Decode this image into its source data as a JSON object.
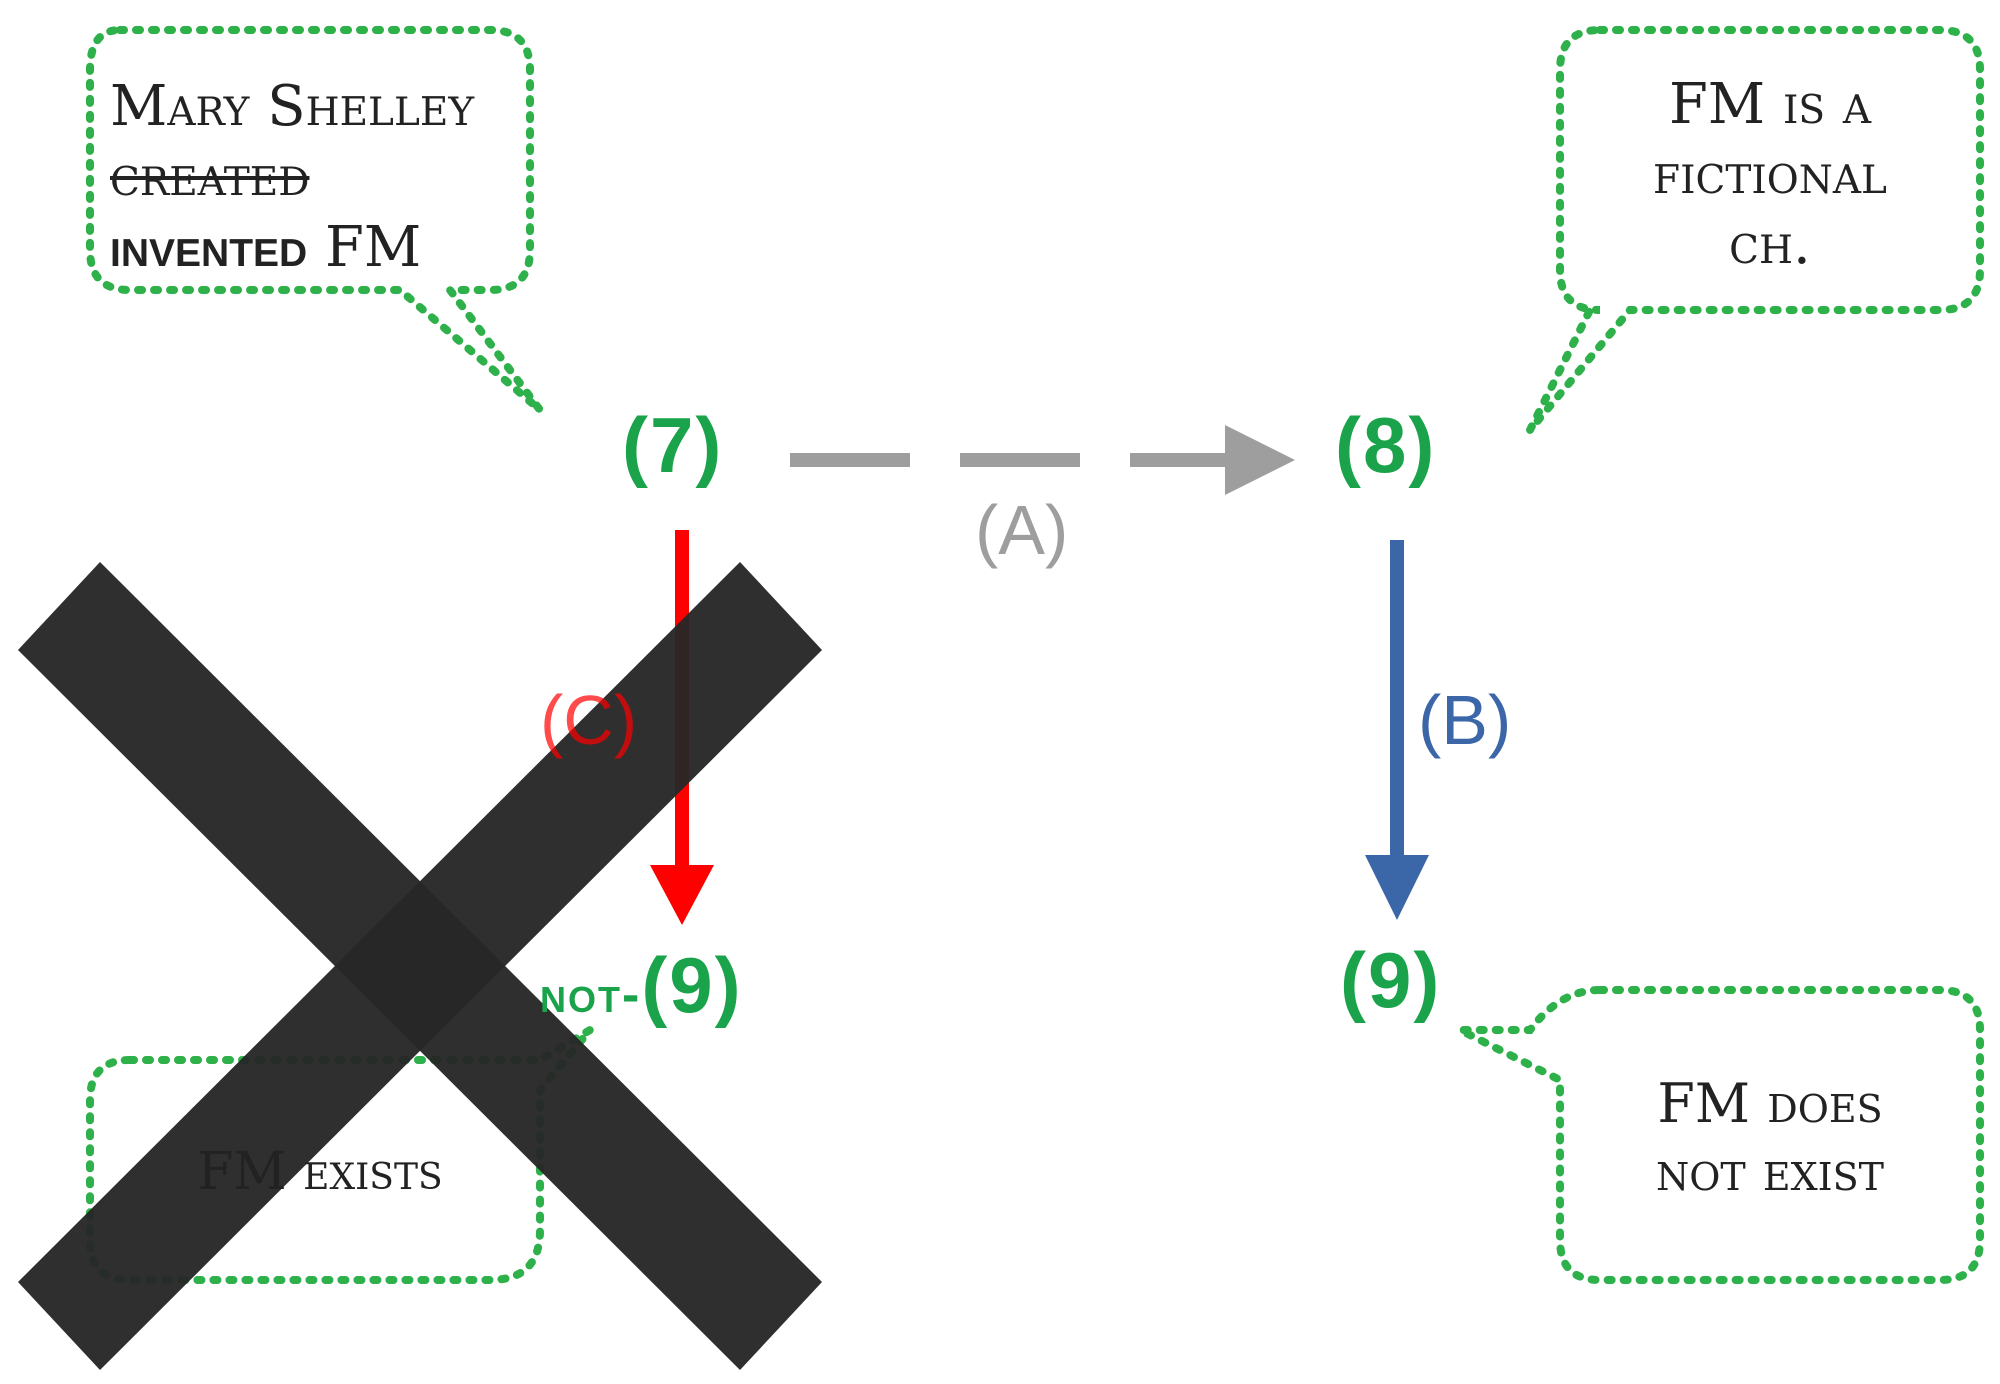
{
  "colors": {
    "node_green": "#1aa34a",
    "bubble_border": "#2eb04a",
    "arrow_gray": "#9e9e9e",
    "arrow_red": "#ff0000",
    "arrow_blue": "#3b66a8",
    "cross": "#262626"
  },
  "bubbles": {
    "top_left": {
      "line1": "Mary Shelley",
      "line2": "created",
      "line3_bold": "invented",
      "line3_rest": "FM"
    },
    "top_right": {
      "line1": "FM is a",
      "line2": "fictional",
      "line3": "ch."
    },
    "bottom_left": {
      "line1": "FM exists"
    },
    "bottom_right": {
      "line1": "FM does",
      "line2": "not exist"
    }
  },
  "nodes": {
    "n7": "(7)",
    "n8": "(8)",
    "n9_right": "(9)",
    "n9_left_prefix": "not-",
    "n9_left": "(9)"
  },
  "edges": {
    "a_label": "(A)",
    "b_label": "(B)",
    "c_label": "(C)"
  },
  "cross_icon": "x-mark-icon"
}
